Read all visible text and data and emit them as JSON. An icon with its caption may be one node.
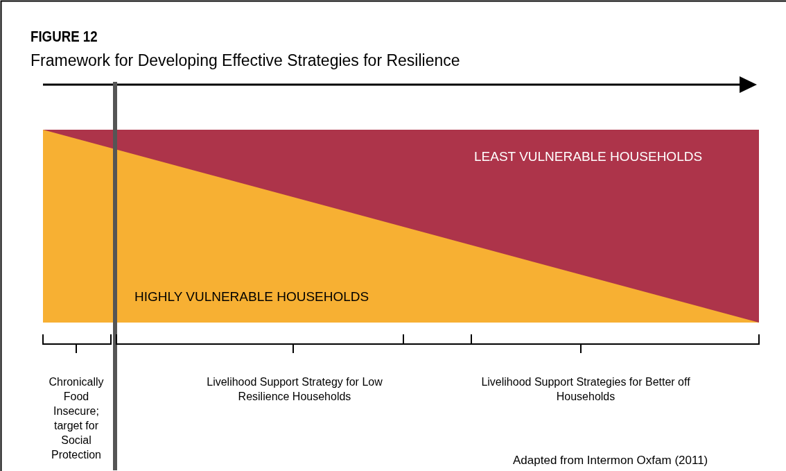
{
  "diagram": {
    "title": "Framework for Developing Effective Strategies for Resilience",
    "nodes": [
      {
        "text": [
          "LEAST VULNERABLE HOUSEHOLDS"
        ]
      },
      {
        "text": [
          "HIGHLY VULNERABLE HOUSEHOLDS"
        ]
      }
    ],
    "labels": [
      "FIGURE 12",
      "Chronically Food Insecure; target for Social Protection",
      "Livelihood Support Strategy for Low Resilience Households",
      "Livelihood Support Strategies for Better off Households"
    ],
    "caption": "Adapted from Intermon Oxfam (2011)"
  }
}
